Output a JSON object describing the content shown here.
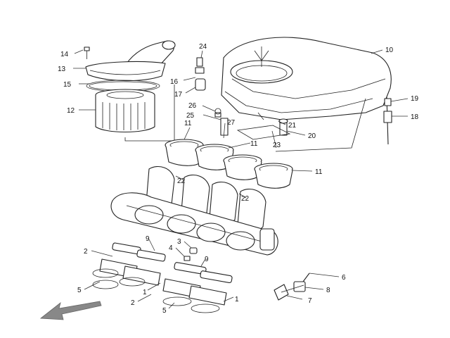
{
  "diagram": {
    "colors": {
      "line": "#222222",
      "background": "#ffffff",
      "arrow": "#888888"
    },
    "callouts": [
      {
        "id": "c14",
        "text": "14"
      },
      {
        "id": "c13",
        "text": "13"
      },
      {
        "id": "c15",
        "text": "15"
      },
      {
        "id": "c12",
        "text": "12"
      },
      {
        "id": "c24",
        "text": "24"
      },
      {
        "id": "c16",
        "text": "16"
      },
      {
        "id": "c17",
        "text": "17"
      },
      {
        "id": "c10",
        "text": "10"
      },
      {
        "id": "c19",
        "text": "19"
      },
      {
        "id": "c18",
        "text": "18"
      },
      {
        "id": "c26",
        "text": "26"
      },
      {
        "id": "c25",
        "text": "25"
      },
      {
        "id": "c27",
        "text": "27"
      },
      {
        "id": "c21",
        "text": "21"
      },
      {
        "id": "c20",
        "text": "20"
      },
      {
        "id": "c11a",
        "text": "11"
      },
      {
        "id": "c11b",
        "text": "11"
      },
      {
        "id": "c11c",
        "text": "11"
      },
      {
        "id": "c23",
        "text": "23"
      },
      {
        "id": "c22a",
        "text": "22"
      },
      {
        "id": "c22b",
        "text": "22"
      },
      {
        "id": "c9a",
        "text": "9"
      },
      {
        "id": "c9b",
        "text": "9"
      },
      {
        "id": "c4",
        "text": "4"
      },
      {
        "id": "c3",
        "text": "3"
      },
      {
        "id": "c2a",
        "text": "2"
      },
      {
        "id": "c2b",
        "text": "2"
      },
      {
        "id": "c1a",
        "text": "1"
      },
      {
        "id": "c1b",
        "text": "1"
      },
      {
        "id": "c5a",
        "text": "5"
      },
      {
        "id": "c5b",
        "text": "5"
      },
      {
        "id": "c6",
        "text": "6"
      },
      {
        "id": "c8",
        "text": "8"
      },
      {
        "id": "c7",
        "text": "7"
      }
    ]
  }
}
